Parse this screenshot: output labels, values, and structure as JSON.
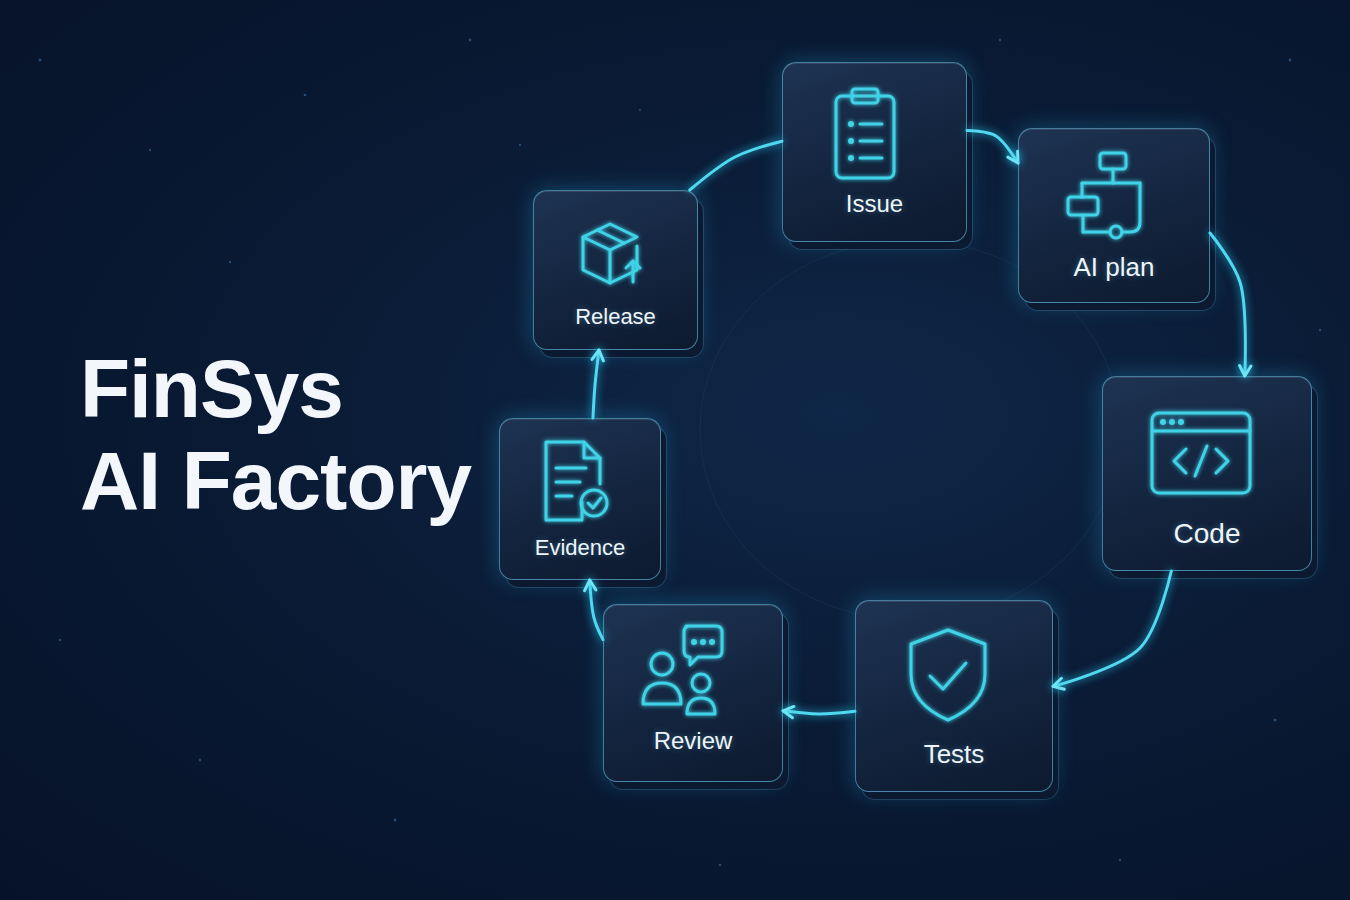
{
  "diagram": {
    "title": "FinSys AI Factory",
    "nodes": [
      {
        "text": [
          "Issue"
        ]
      },
      {
        "text": [
          "AI plan"
        ]
      },
      {
        "text": [
          "Code"
        ]
      },
      {
        "text": [
          "Tests"
        ]
      },
      {
        "text": [
          "Review"
        ]
      },
      {
        "text": [
          "Evidence"
        ]
      },
      {
        "text": [
          "Release"
        ]
      }
    ],
    "edges": [
      {
        "from": 0,
        "to": 1,
        "arrow": "to"
      },
      {
        "from": 1,
        "to": 2,
        "arrow": "to"
      },
      {
        "from": 2,
        "to": 3,
        "arrow": "to"
      },
      {
        "from": 3,
        "to": 4,
        "arrow": "to"
      },
      {
        "from": 4,
        "to": 5,
        "arrow": "to"
      },
      {
        "from": 5,
        "to": 6,
        "arrow": "to"
      },
      {
        "from": 6,
        "to": 0,
        "arrow": "none"
      }
    ]
  }
}
